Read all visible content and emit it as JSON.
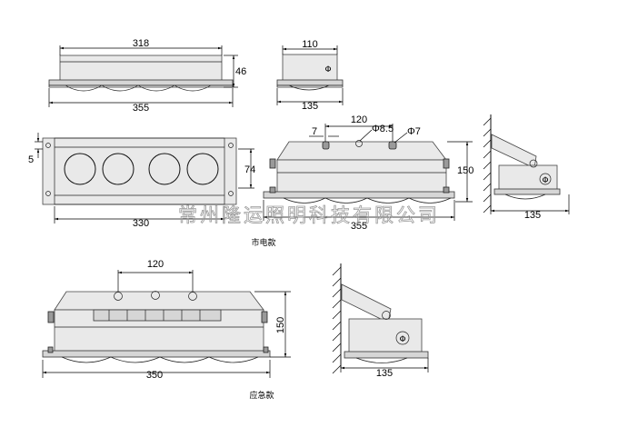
{
  "dimensions": {
    "top_view_width": "318",
    "top_view_height": "46",
    "top_view_total": "355",
    "end_view_width": "110",
    "end_view_total": "135",
    "front_width": "330",
    "front_height": "74",
    "front_offset": "5",
    "city_side_spacing": "120",
    "city_side_hole1": "7",
    "city_side_hole2": "Φ8.5",
    "city_side_hole3": "Φ7",
    "city_side_height": "150",
    "city_side_total": "355",
    "city_mount_width": "135",
    "emg_spacing": "120",
    "emg_height": "150",
    "emg_total": "350",
    "emg_mount_width": "135"
  },
  "labels": {
    "mains_model": "市电款",
    "emergency_model": "应急款",
    "watermark": "常州隆运照明科技有限公司",
    "switch_symbol": "Φ"
  }
}
